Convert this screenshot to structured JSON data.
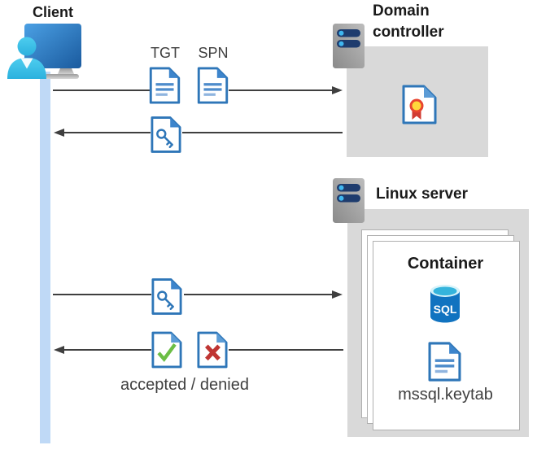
{
  "nodes": {
    "client": {
      "label": "Client"
    },
    "domain_controller": {
      "label": "Domain controller"
    },
    "linux_server": {
      "label": "Linux server"
    },
    "container": {
      "label": "Container",
      "sql_badge": "SQL",
      "keytab_file": "mssql.keytab"
    }
  },
  "messages": {
    "tgt": "TGT",
    "spn": "SPN",
    "result": "accepted / denied"
  },
  "icons": {
    "client": "client-person-monitor-icon",
    "server": "server-icon",
    "ticket": "document-icon",
    "service_ticket": "key-document-icon",
    "certificate": "certificate-icon",
    "accepted": "check-document-icon",
    "denied": "x-document-icon",
    "database": "sql-database-icon"
  },
  "colors": {
    "doc_border": "#2E76B8",
    "doc_fold": "#3D85CC",
    "doc_fold_light": "#5C9CD6",
    "doc_text_lines": "#4E8CCB",
    "accepted_green": "#6CBE45",
    "denied_red": "#BF3533",
    "seal_yellow": "#FFD73B",
    "seal_ring": "#E8452F",
    "ribbon_red": "#D13B32",
    "server_slot_navy": "#1E3C6E",
    "server_dot_blue": "#3FB7F0",
    "zone_gray": "#D9D9D9",
    "lifeline_blue": "#BFD9F6",
    "arrow_gray": "#3F3F3F",
    "sql_body_blue": "#1173C0",
    "sql_top_cyan": "#35B4DC",
    "monitor_blue": "#2F7CC3",
    "person_cyan": "#3ABFE7",
    "title_text": "#1A1A1A",
    "muted_text": "#3F3F3F"
  }
}
